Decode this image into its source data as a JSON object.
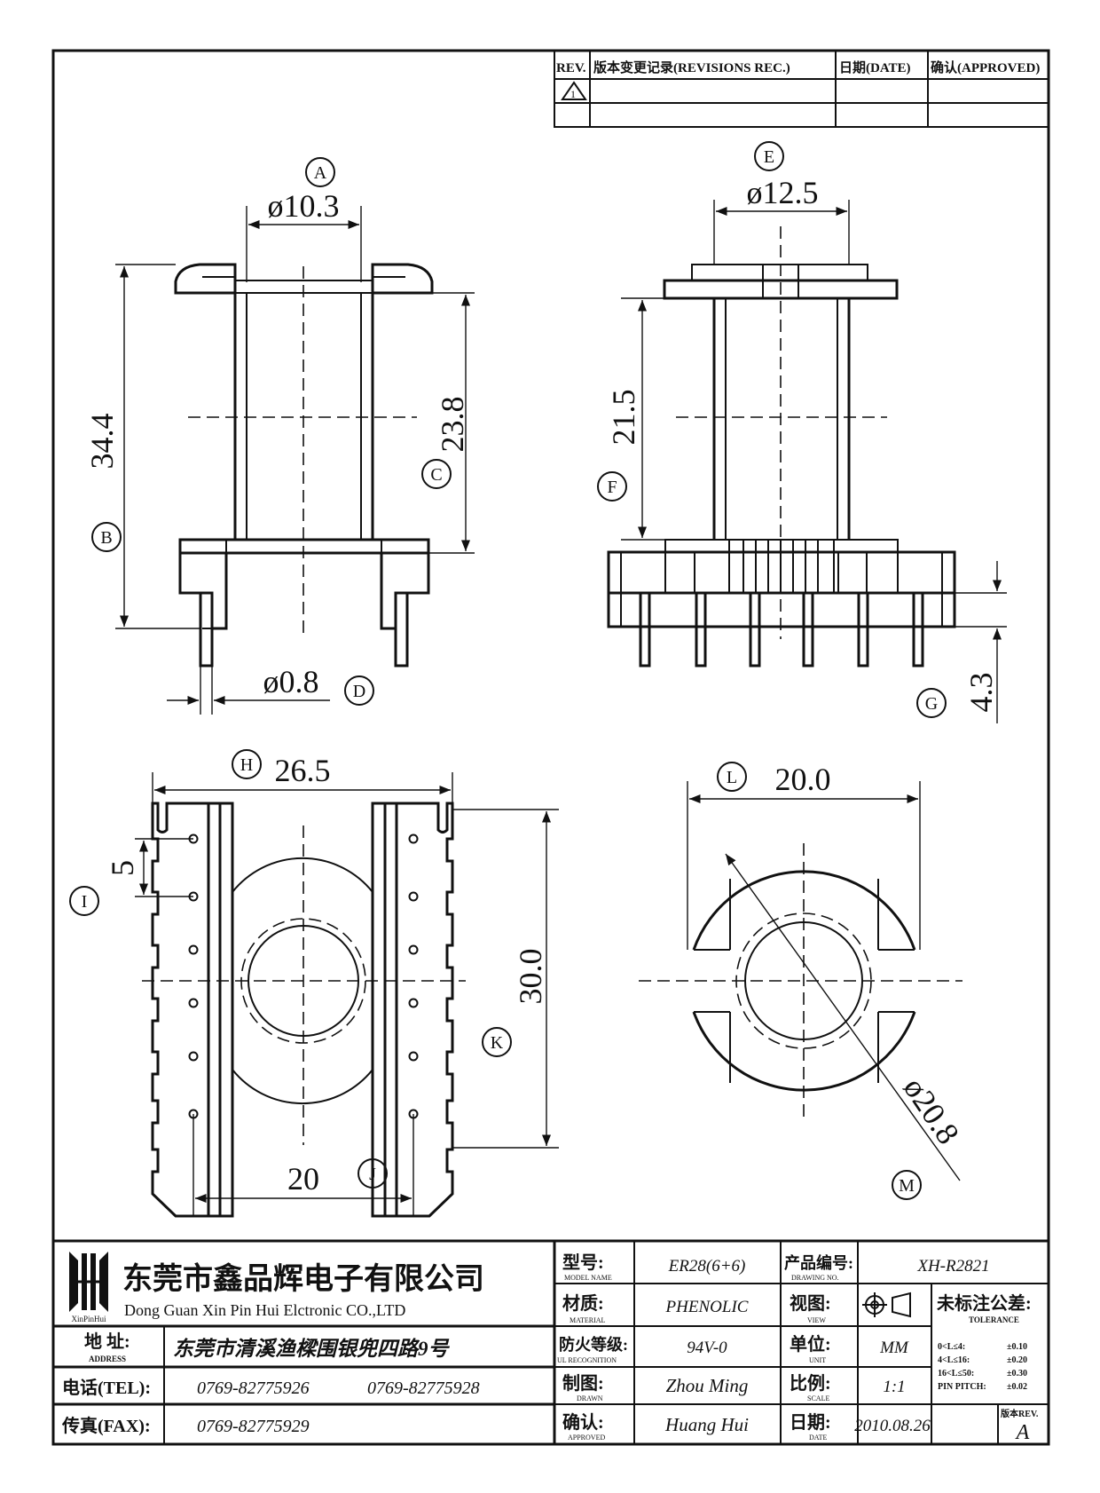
{
  "revision_table": {
    "headers": [
      "REV.",
      "版本变更记录(REVISIONS REC.)",
      "日期(DATE)",
      "确认(APPROVED)"
    ],
    "rev_symbol": "1"
  },
  "dimensions": {
    "A": {
      "tag": "A",
      "value": "ø10.3"
    },
    "B": {
      "tag": "B",
      "value": "34.4"
    },
    "C": {
      "tag": "C",
      "value": "23.8"
    },
    "D": {
      "tag": "D",
      "value": "ø0.8"
    },
    "E": {
      "tag": "E",
      "value": "ø12.5"
    },
    "F": {
      "tag": "F",
      "value": "21.5"
    },
    "G": {
      "tag": "G",
      "value": "4.3"
    },
    "H": {
      "tag": "H",
      "value": "26.5"
    },
    "I": {
      "tag": "I",
      "value": "5"
    },
    "J": {
      "tag": "J",
      "value": "20"
    },
    "K": {
      "tag": "K",
      "value": "30.0"
    },
    "L": {
      "tag": "L",
      "value": "20.0"
    },
    "M": {
      "tag": "M",
      "value": "ø20.8"
    }
  },
  "title_block": {
    "logo_caption": "XinPinHui",
    "company_cn": "东莞市鑫品辉电子有限公司",
    "company_en": "Dong Guan Xin Pin Hui Elctronic CO.,LTD",
    "address_label": "地  址:",
    "address_label_en": "ADDRESS",
    "address": "东莞市清溪渔樑围银兜四路9号",
    "tel_label": "电话(TEL):",
    "tel1": "0769-82775926",
    "tel2": "0769-82775928",
    "fax_label": "传真(FAX):",
    "fax": "0769-82775929",
    "model_label": "型号:",
    "model_label_en": "MODEL NAME",
    "model": "ER28(6+6)",
    "material_label": "材质:",
    "material_label_en": "MATERIAL",
    "material": "PHENOLIC",
    "fire_label": "防火等级:",
    "fire_label_en": "UL RECOGNITION",
    "fire": "94V-0",
    "drawn_label": "制图:",
    "drawn_label_en": "DRAWN",
    "drawn": "Zhou Ming",
    "approved_label": "确认:",
    "approved_label_en": "APPROVED",
    "approved": "Huang Hui",
    "drawing_no_label": "产品编号:",
    "drawing_no_label_en": "DRAWING NO.",
    "drawing_no": "XH-R2821",
    "view_label": "视图:",
    "view_label_en": "VIEW",
    "unit_label": "单位:",
    "unit_label_en": "UNIT",
    "unit": "MM",
    "scale_label": "比例:",
    "scale_label_en": "SCALE",
    "scale": "1:1",
    "date_label": "日期:",
    "date_label_en": "DATE",
    "date": "2010.08.26",
    "tolerance_label": "未标注公差:",
    "tolerance_label_en": "TOLERANCE",
    "tolerances": [
      {
        "range": "0<L≤4:",
        "value": "±0.10"
      },
      {
        "range": "4<L≤16:",
        "value": "±0.20"
      },
      {
        "range": "16<L≤50:",
        "value": "±0.30"
      },
      {
        "range": "PIN PITCH:",
        "value": "±0.02"
      }
    ],
    "version_label": "版本REV.",
    "version": "A"
  }
}
